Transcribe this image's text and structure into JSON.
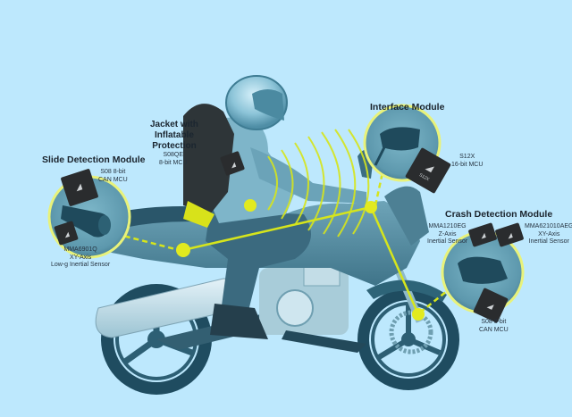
{
  "diagram": {
    "accent_color": "#dfe81f",
    "background_color": "#bde8fd",
    "modules": {
      "slide": {
        "title": "Slide Detection Module",
        "mcu": [
          "S08 8-bit",
          "CAN MCU"
        ],
        "sensor": [
          "MMA6901Q",
          "XY-Axis",
          "Low-g Inertial Sensor"
        ]
      },
      "jacket": {
        "title": [
          "Jacket with",
          "Inflatable",
          "Protection"
        ],
        "mcu": [
          "S08QE",
          "8-bit MCU"
        ]
      },
      "interface": {
        "title": "Interface Module",
        "mcu": [
          "S12X",
          "16-bit MCU"
        ],
        "chip_mark": "S12X"
      },
      "crash": {
        "title": "Crash Detection Module",
        "sensor_z": [
          "MMA1210EG",
          "Z-Axis",
          "Inertial Sensor"
        ],
        "sensor_xy": [
          "MMA621010AEG",
          "XY-Axis",
          "Inertial Sensor"
        ],
        "mcu": [
          "S08 8-bit",
          "CAN MCU"
        ]
      }
    }
  }
}
